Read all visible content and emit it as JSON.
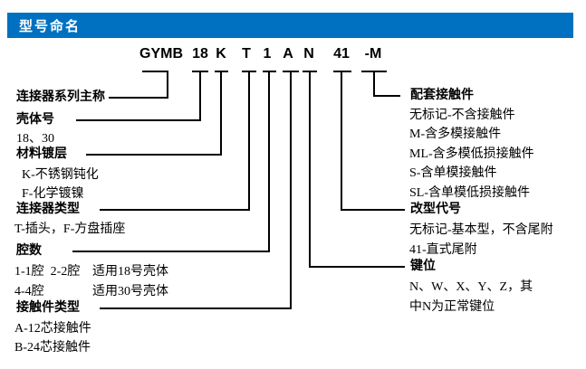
{
  "header": {
    "title": "型号命名",
    "bar_color": "#0070C0"
  },
  "part_number": {
    "segments": [
      "GYMB",
      "18",
      "K",
      "T",
      "1",
      "A",
      "N",
      "41",
      "-M"
    ]
  },
  "left_groups": [
    {
      "title": "连接器系列主称",
      "items": []
    },
    {
      "title": "壳体号",
      "items": [
        "18、30"
      ]
    },
    {
      "title": "材料镀层",
      "items": [
        "K-不锈钢钝化",
        "F-化学镀镍"
      ]
    },
    {
      "title": "连接器类型",
      "items": [
        "T-插头，F-方盘插座"
      ]
    },
    {
      "title": "腔数",
      "rows": [
        {
          "c1": "1-1腔  2-2腔",
          "c2": "适用18号壳体"
        },
        {
          "c1": "4-4腔",
          "c2": "适用30号壳体"
        }
      ]
    },
    {
      "title": "接触件类型",
      "items": [
        "A-12芯接触件",
        "B-24芯接触件"
      ]
    }
  ],
  "right_groups": [
    {
      "title": "配套接触件",
      "items": [
        "无标记-不含接触件",
        "M-含多模接触件",
        "ML-含多模低损接触件",
        "S-含单模接触件",
        "SL-含单模低损接触件"
      ]
    },
    {
      "title": "改型代号",
      "items": [
        "无标记-基本型，不含尾附",
        "41-直式尾附"
      ]
    },
    {
      "title": "键位",
      "items": [
        "N、W、X、Y、Z，其",
        "中N为正常键位"
      ]
    }
  ],
  "line_color": "#000000"
}
